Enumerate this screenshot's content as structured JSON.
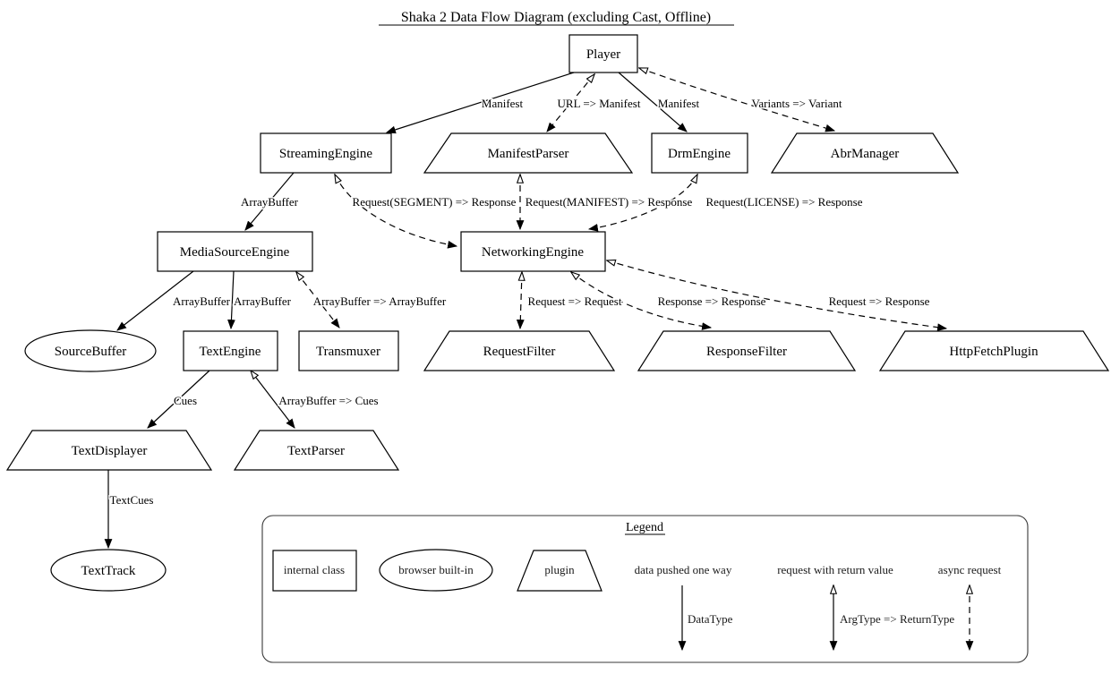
{
  "title": "Shaka 2 Data Flow Diagram (excluding Cast, Offline)",
  "nodes": {
    "player": "Player",
    "streaming_engine": "StreamingEngine",
    "manifest_parser": "ManifestParser",
    "drm_engine": "DrmEngine",
    "abr_manager": "AbrManager",
    "media_source_engine": "MediaSourceEngine",
    "networking_engine": "NetworkingEngine",
    "source_buffer": "SourceBuffer",
    "text_engine": "TextEngine",
    "transmuxer": "Transmuxer",
    "request_filter": "RequestFilter",
    "response_filter": "ResponseFilter",
    "http_fetch_plugin": "HttpFetchPlugin",
    "text_displayer": "TextDisplayer",
    "text_parser": "TextParser",
    "text_track": "TextTrack"
  },
  "edges": {
    "player_streaming_engine": "Manifest",
    "player_manifest_parser": "URL => Manifest",
    "player_drm_engine": "Manifest",
    "player_abr_manager": "Variants => Variant",
    "streaming_media_source": "ArrayBuffer",
    "streaming_networking": "Request(SEGMENT) => Response",
    "manifest_networking": "Request(MANIFEST) => Response",
    "drm_networking": "Request(LICENSE) => Response",
    "media_source_source_buffer": "ArrayBuffer",
    "media_source_text_engine": "ArrayBuffer",
    "media_source_transmuxer": "ArrayBuffer => ArrayBuffer",
    "networking_request_filter": "Request => Request",
    "networking_response_filter": "Response => Response",
    "networking_http_fetch": "Request => Response",
    "text_engine_text_displayer": "Cues",
    "text_engine_text_parser": "ArrayBuffer => Cues",
    "text_displayer_text_track": "TextCues"
  },
  "legend": {
    "title": "Legend",
    "internal_class": "internal class",
    "browser_builtin": "browser built-in",
    "plugin": "plugin",
    "data_pushed": "data pushed one way",
    "request_return": "request with return value",
    "async_request": "async request",
    "data_type": "DataType",
    "arg_type": "ArgType => ReturnType"
  },
  "colors": {
    "line": "#000000",
    "background": "#ffffff"
  }
}
